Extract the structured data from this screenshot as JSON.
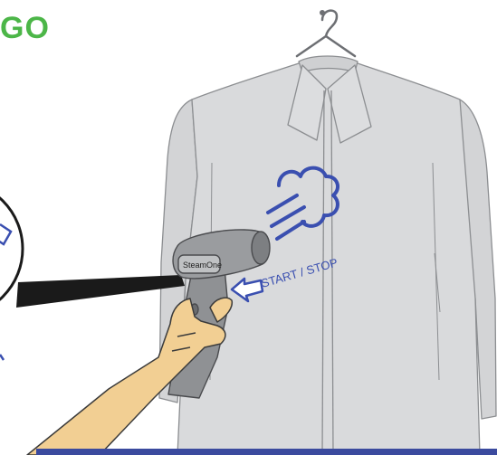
{
  "heading": {
    "text": "GO"
  },
  "device": {
    "brand": "SteamOne"
  },
  "button_label": "START / STOP",
  "colors": {
    "heading_green": "#4cb648",
    "shirt_gray": "#d7d8da",
    "shirt_outline": "#8c8e91",
    "steam_blue": "#3a4fb0",
    "device_gray": "#8f9194",
    "skin": "#f2cf93",
    "footer_blue": "#3b4a9e"
  },
  "icons": [
    "hanger-icon",
    "steam-cloud-icon",
    "arrow-pointer-icon"
  ]
}
